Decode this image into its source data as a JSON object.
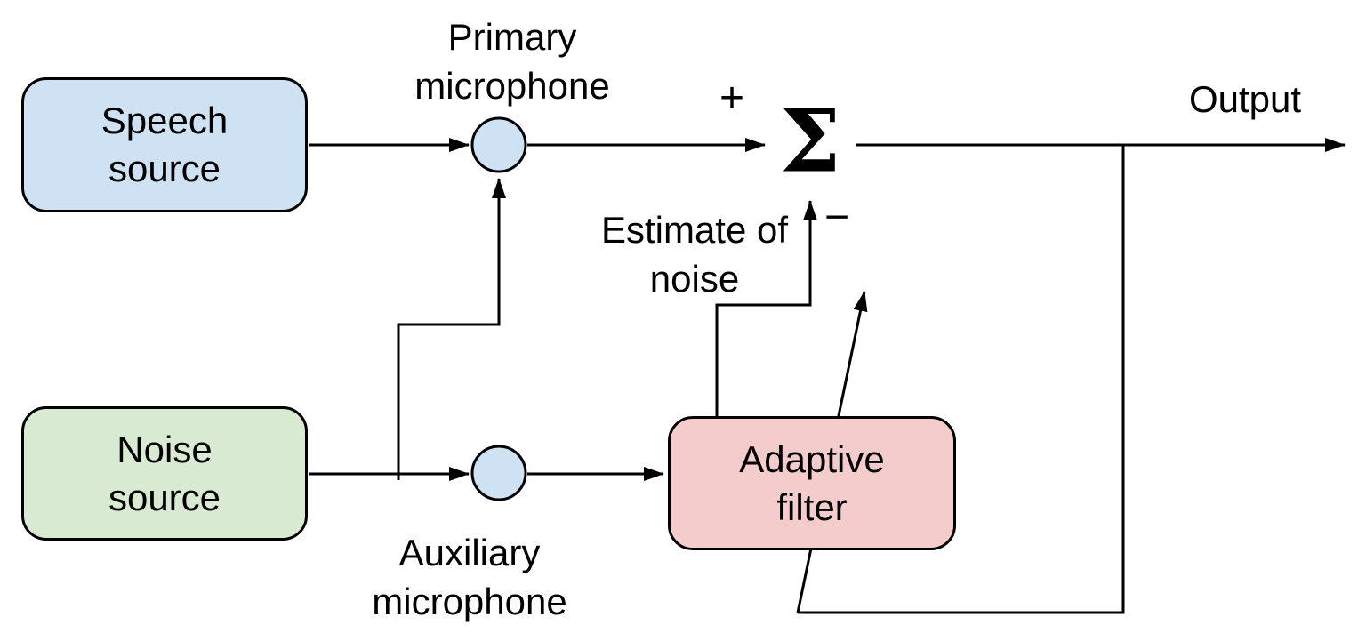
{
  "diagram": {
    "boxes": {
      "speech_source": {
        "line1": "Speech",
        "line2": "source",
        "fill": "#cfe2f3"
      },
      "noise_source": {
        "line1": "Noise",
        "line2": "source",
        "fill": "#d9ead3"
      },
      "adaptive_filter": {
        "line1": "Adaptive",
        "line2": "filter",
        "fill": "#f4cccc"
      }
    },
    "node_labels": {
      "primary_microphone": {
        "line1": "Primary",
        "line2": "microphone"
      },
      "auxiliary_microphone": {
        "line1": "Auxiliary",
        "line2": "microphone"
      }
    },
    "signal_labels": {
      "estimate_of_noise": {
        "line1": "Estimate of",
        "line2": "noise"
      },
      "output": "Output"
    },
    "symbols": {
      "summation": "Σ",
      "plus": "+",
      "minus": "−"
    },
    "colors": {
      "microphone_node_fill": "#cfe2f3",
      "speech_box_fill": "#cfe2f3",
      "noise_box_fill": "#d9ead3",
      "filter_box_fill": "#f4cccc",
      "line_color": "#000000"
    }
  }
}
